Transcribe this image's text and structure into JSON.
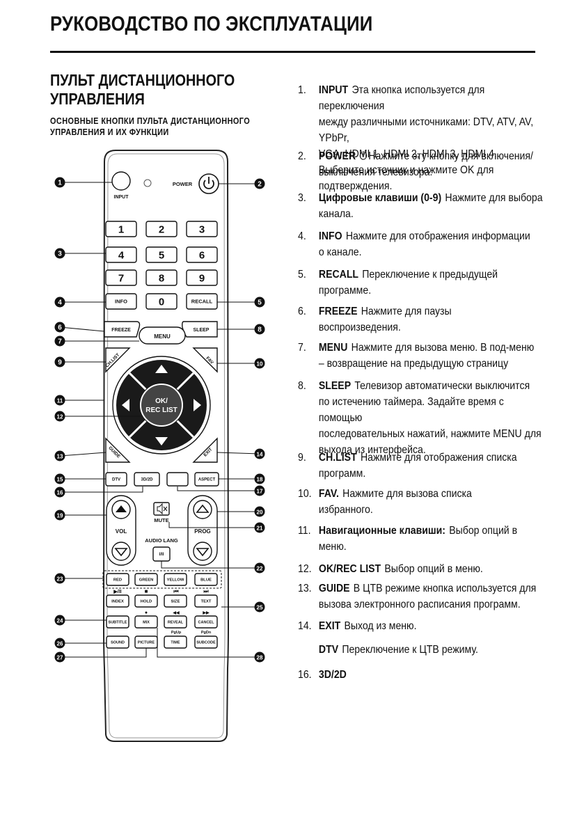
{
  "header": {
    "title": "РУКОВОДСТВО ПО ЭКСПЛУАТАЦИИ"
  },
  "section": {
    "title_line1": "ПУЛЬТ ДИСТАНЦИОННОГО",
    "title_line2": "УПРАВЛЕНИЯ",
    "subtitle_line1": "ОСНОВНЫЕ КНОПКИ ПУЛЬТА ДИСТАНЦИОННОГО",
    "subtitle_line2": "УПРАВЛЕНИЯ И ИХ ФУНКЦИИ"
  },
  "remote": {
    "labels": {
      "input": "INPUT",
      "power": "POWER",
      "info": "INFO",
      "zero": "0",
      "recall": "RECALL",
      "freeze": "FREEZE",
      "menu": "MENU",
      "sleep": "SLEEP",
      "chlist": "CH.LIST",
      "fav": "FAV",
      "ok_line1": "OK/",
      "ok_line2": "REC LIST",
      "guide": "GUIDE",
      "exit": "EXIT",
      "dtv": "DTV",
      "mode3d": "3D/2D",
      "aspect": "ASPECT",
      "vol": "VOL",
      "prog": "PROG",
      "mute": "MUTE",
      "audio_lang": "AUDIO LANG",
      "audio_btn": "I/II",
      "red": "RED",
      "green": "GREEN",
      "yellow": "YELLOW",
      "blue": "BLUE",
      "index": "INDEX",
      "hold": "HOLD",
      "size": "SIZE",
      "text": "TEXT",
      "subtitle": "SUBTITLE",
      "mix": "MIX",
      "reveal": "REVEAL",
      "cancel": "CANCEL",
      "sound": "SOUND",
      "picture": "PICTURE",
      "time": "TIME",
      "subcode": "SUBCODE",
      "pgup": "PgUp",
      "pgdn": "PgDn"
    },
    "digits": [
      "1",
      "2",
      "3",
      "4",
      "5",
      "6",
      "7",
      "8",
      "9"
    ],
    "callouts": [
      "1",
      "2",
      "3",
      "4",
      "5",
      "6",
      "7",
      "8",
      "9",
      "10",
      "11",
      "12",
      "13",
      "14",
      "15",
      "16",
      "17",
      "18",
      "19",
      "20",
      "21",
      "22",
      "23",
      "24",
      "25",
      "26",
      "27",
      "28"
    ]
  },
  "instructions": [
    {
      "num": "1.",
      "name": "INPUT",
      "text": "Эта кнопка используется для переключения",
      "lines": [
        "между различными источниками: DTV, ATV, AV, YPbPr,",
        "VGA, HDMI 1, HDMI 2, HDMI 3, HDMI 4.",
        "Выберите источник и нажмите OK для подтверждения."
      ]
    },
    {
      "num": "2.",
      "name": "POWER",
      "text": "Нажмите эту кнопку для включения/",
      "lines": [
        "выключения телевизора."
      ]
    },
    {
      "num": "3.",
      "name": "Цифровые клавиши (0-9)",
      "text": "Нажмите для выбора",
      "lines": [
        "канала."
      ]
    },
    {
      "num": "4.",
      "name": "INFO",
      "text": "Нажмите для отображения информации",
      "lines": [
        "о канале."
      ]
    },
    {
      "num": "5.",
      "name": "RECALL",
      "text": "Переключение к предыдущей",
      "lines": [
        "программе."
      ]
    },
    {
      "num": "6.",
      "name": "FREEZE",
      "text": "Нажмите для паузы",
      "lines": [
        "воспроизведения."
      ]
    },
    {
      "num": "7.",
      "name": "MENU",
      "text": "Нажмите для вызова меню. В под-меню",
      "lines": [
        "– возвращение на предыдущую страницу"
      ]
    },
    {
      "num": "8.",
      "name": "SLEEP",
      "text": "Телевизор автоматически выключится",
      "lines": [
        "по истечению таймера. Задайте время с помощью",
        "последовательных нажатий, нажмите MENU для",
        "выхода из интерфейса."
      ]
    },
    {
      "num": "9.",
      "name": "CH.LIST",
      "text": "Нажмите для отображения списка",
      "lines": [
        "программ."
      ]
    },
    {
      "num": "10.",
      "name": "FAV.",
      "text": "Нажмите для вызова списка",
      "lines": [
        "избранного."
      ]
    },
    {
      "num": "11.",
      "name": "Навигационные клавиши:",
      "text": "Выбор опций в",
      "lines": [
        "меню."
      ]
    },
    {
      "num": "12.",
      "name": "OK/REC LIST",
      "text": "Выбор опций в меню.",
      "lines": []
    },
    {
      "num": "13.",
      "name": "GUIDE",
      "text": "В ЦТВ режиме кнопка используется для",
      "lines": [
        "вызова электронного расписания программ."
      ]
    },
    {
      "num": "14.",
      "name": "EXIT",
      "text": "Выход из меню.",
      "lines": []
    },
    {
      "num": "",
      "name": "DTV",
      "text": "Переключение к ЦТВ режиму.",
      "lines": []
    },
    {
      "num": "16.",
      "name": "3D/2D",
      "text": "",
      "lines": []
    }
  ]
}
